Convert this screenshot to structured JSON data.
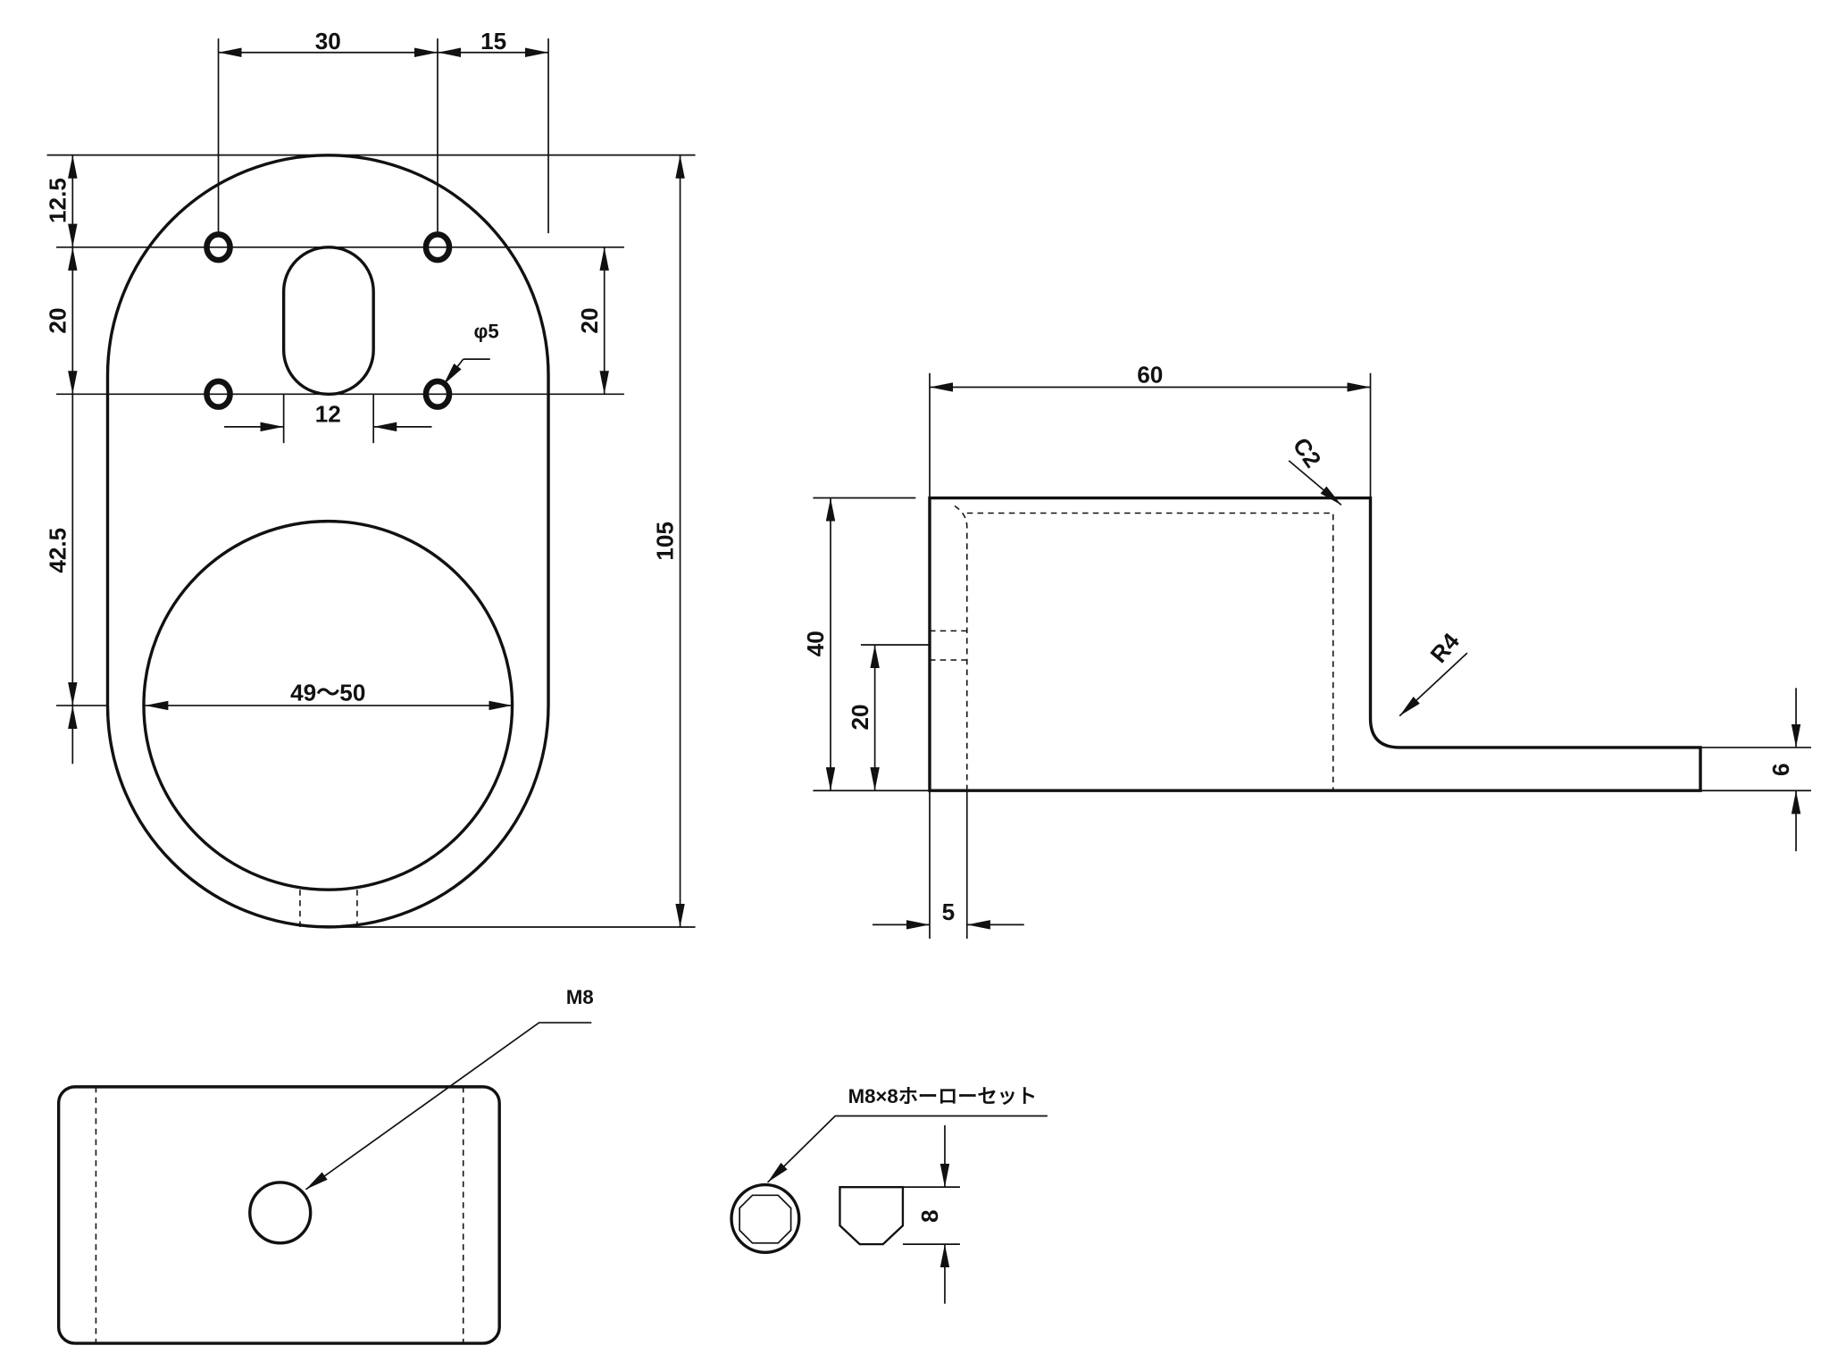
{
  "front_view": {
    "dim_hole_spacing_h": "30",
    "dim_hole_edge": "15",
    "dim_top_offset": "12.5",
    "dim_hole_spacing_v_left": "20",
    "dim_hole_spacing_v_right": "20",
    "dim_hole_dia": "φ5",
    "dim_slot_width": "12",
    "dim_center_offset": "42.5",
    "dim_bore": "49〜50",
    "dim_total_height": "105"
  },
  "side_view": {
    "dim_width": "60",
    "dim_chamfer": "C2",
    "dim_height": "40",
    "dim_screw_height": "20",
    "dim_radius": "R4",
    "dim_thickness": "6",
    "dim_wall": "5"
  },
  "bottom_view": {
    "thread_label": "M8"
  },
  "set_screw": {
    "label": "M8×8ホーローセット",
    "dim_length": "8"
  }
}
